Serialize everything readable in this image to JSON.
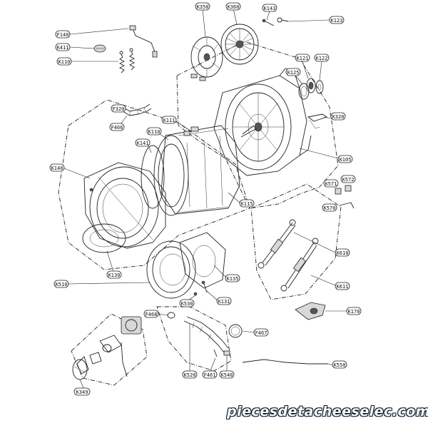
{
  "labels": {
    "F140": "F140",
    "K411": "K411",
    "K110": "K110",
    "K350": "K350",
    "K360": "K360",
    "K143": "K143",
    "K123": "K123",
    "K121": "K121",
    "K122": "K122",
    "K125": "K125",
    "K320": "K320",
    "F320": "F320",
    "F466": "F466",
    "K111": "K111",
    "K110b": "K110",
    "K141": "K141",
    "K140": "K140",
    "K105": "K105",
    "K571": "K571",
    "K572": "K572",
    "K570": "K570",
    "K115": "K115",
    "K610": "K610",
    "K130": "K130",
    "K135": "K135",
    "K510": "K510",
    "K131": "K131",
    "K611": "K611",
    "K530": "K530",
    "K170": "K170",
    "F468": "F468",
    "F467": "F467",
    "K550": "K550",
    "K520": "K520",
    "F461": "F461",
    "K540": "K540",
    "K349": "K349"
  },
  "watermark": "piecesdetacheeselec.com"
}
